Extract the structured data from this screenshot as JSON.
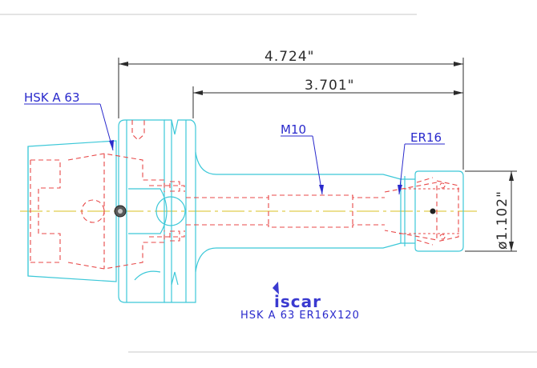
{
  "dimensions": {
    "overall_length": "4.724\"",
    "gauge_length": "3.701\"",
    "nose_diameter": "ø1.102\""
  },
  "labels": {
    "taper": "HSK A 63",
    "thread": "M10",
    "collet": "ER16"
  },
  "brand": {
    "logo": "iscar"
  },
  "part_title": "HSK A 63 ER16X120",
  "colors": {
    "outline": "#3cc8d8",
    "hidden": "#e84848",
    "dimension": "#2b2b2b",
    "label": "#2a2acc",
    "centerline": "#d8c020"
  }
}
